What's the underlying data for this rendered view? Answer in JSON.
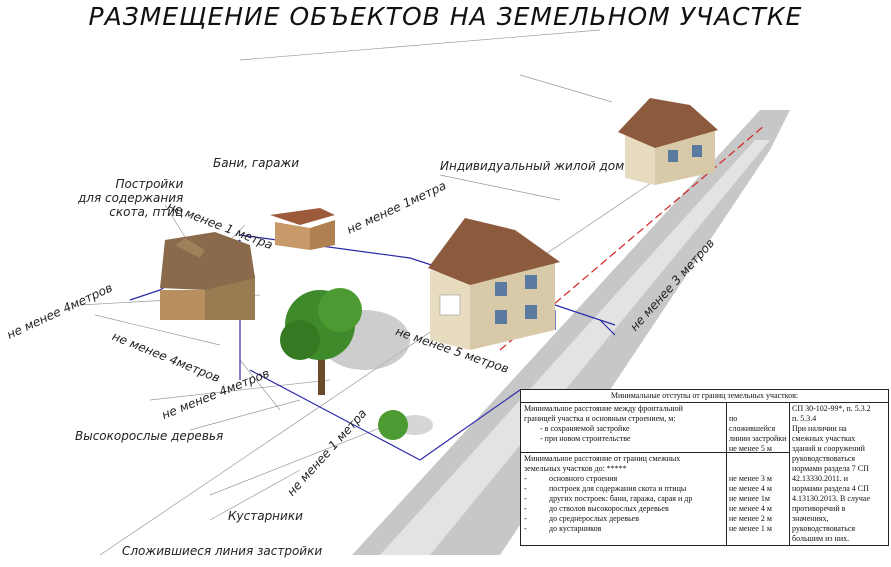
{
  "title": "РАЗМЕЩЕНИЕ ОБЪЕКТОВ НА ЗЕМЕЛЬНОМ УЧАСТКЕ",
  "labels": {
    "livestock": [
      "Постройки",
      "для содержания",
      "скота, птиц"
    ],
    "baths": "Бани, гаражи",
    "house": "Индивидуальный жилой дом",
    "dist_1m_top": "не менее 1 метра",
    "dist_1m_right": "не менее 1метра",
    "dist_4m_a": "не менее 4метров",
    "dist_4m_b": "не менее 4метров",
    "dist_4m_c": "не менее 4метров",
    "dist_5m": "не менее 5 метров",
    "dist_3m": "не менее 3 метров",
    "dist_1m_bottom": "не менее 1 метра",
    "tall_trees": "Высокорослые деревья",
    "shrubs": "Кустарники",
    "building_line": "Сложившиеся линия застройки"
  },
  "table": {
    "caption": "Минимальные отступы от границ земельных участков:",
    "row1_left": [
      "Минимальное расстояние между фронтальной",
      "границей участка и основным строением, м:",
      "- в сохраняемой застройке",
      "",
      "- при новом строительстве"
    ],
    "row1_mid": [
      "по",
      "сложившейся",
      "линии застройки",
      "не менее 5 м"
    ],
    "right": [
      "СП 30-102-99*, п. 5.3.2",
      "п. 5.3.4",
      "При наличии на",
      "смежных участках",
      "зданий и сооружений",
      "руководствоваться",
      "нормами раздела 7 СП",
      "42.13330.2011. и",
      "нормами раздела 4 СП",
      "4.13130.2013. В случае",
      "противоречий в",
      "значениях,",
      "руководствоваться",
      "большим из них."
    ],
    "row2_head": [
      "Минимальное расстояние от границ смежных",
      "земельных участков до: *****"
    ],
    "row2_items": [
      {
        "name": "основного строения",
        "value": "не менее 3 м"
      },
      {
        "name": "построек для содержания скота и птицы",
        "value": "не менее 4 м"
      },
      {
        "name": "других построек: бани, гаража, сарая и др",
        "value": "не менее 1м"
      },
      {
        "name": "до стволов высокорослых деревьев",
        "value": "не менее 4 м"
      },
      {
        "name": "до среднерослых деревьев",
        "value": "не менее 2 м"
      },
      {
        "name": "до кустарников",
        "value": "не менее 1 м"
      }
    ]
  },
  "colors": {
    "plot_line": "#2a2aa8",
    "red_line": "#d42020",
    "road": "#c8c8c8",
    "roof": "#8c5a3c",
    "wall": "#e8dcc0",
    "tree": "#3f8a2a"
  },
  "icons": [
    "house-icon",
    "small-house-icon",
    "bathhouse-icon",
    "barn-icon",
    "tree-icon",
    "bush-icon"
  ]
}
